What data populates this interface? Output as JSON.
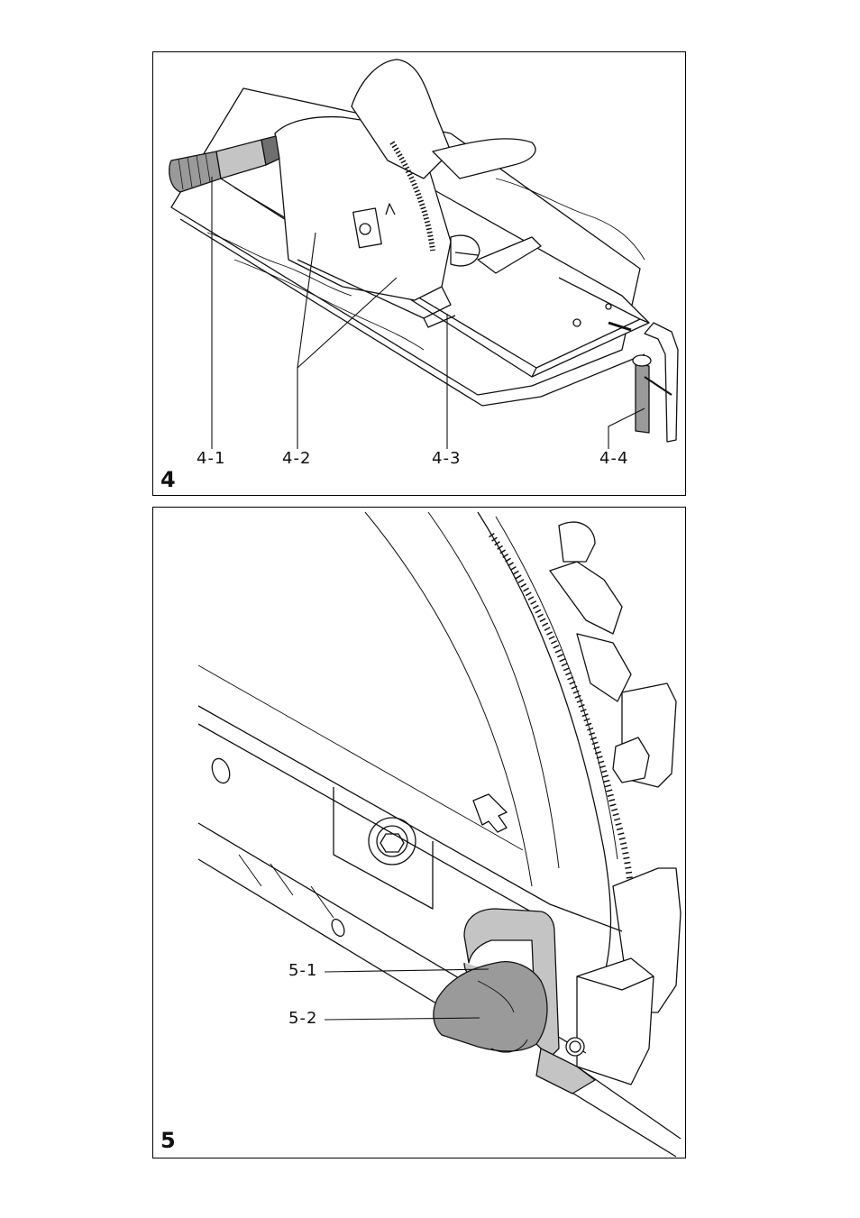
{
  "figure4": {
    "number": "4",
    "labels": [
      "4-1",
      "4-2",
      "4-3",
      "4-4"
    ]
  },
  "figure5": {
    "number": "5",
    "labels": [
      "5-1",
      "5-2"
    ]
  },
  "colors": {
    "line": "#111111",
    "shade": "#9a9a9a",
    "shade_dark": "#6f6f6f",
    "shade_light": "#c4c4c4"
  }
}
